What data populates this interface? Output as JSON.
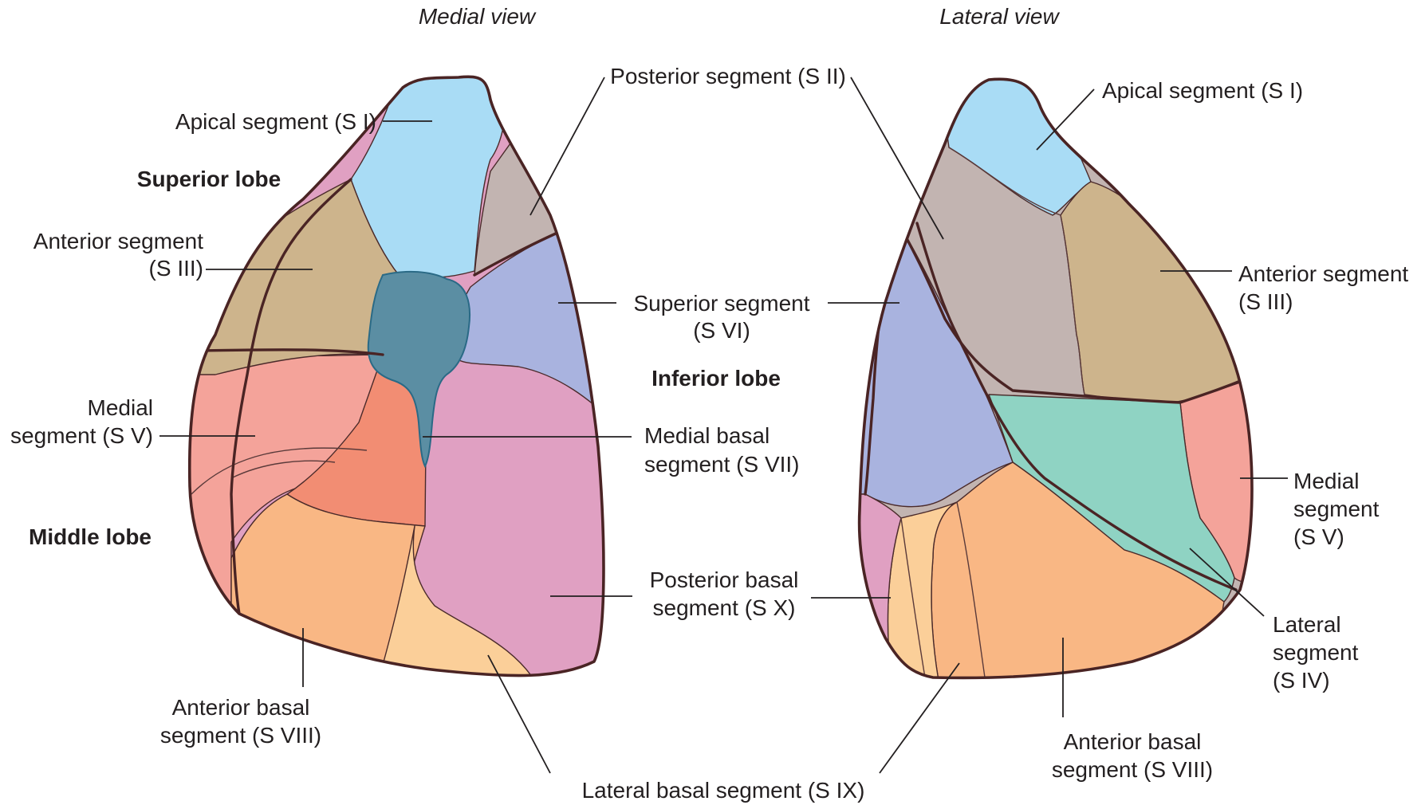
{
  "views": {
    "medial": "Medial view",
    "lateral": "Lateral view"
  },
  "lobes": {
    "superior": "Superior lobe",
    "inferior": "Inferior lobe",
    "middle": "Middle lobe"
  },
  "medial_labels": {
    "apical": "Apical segment (S I)",
    "posterior": "Posterior segment (S II)",
    "anterior_l1": "Anterior segment",
    "anterior_l2": "(S III)",
    "superior_l1": "Superior segment",
    "superior_l2": "(S VI)",
    "medial_l1": "Medial",
    "medial_l2": "segment (S V)",
    "medial_basal_l1": "Medial basal",
    "medial_basal_l2": "segment (S VII)",
    "posterior_basal_l1": "Posterior basal",
    "posterior_basal_l2": "segment (S X)",
    "anterior_basal_l1": "Anterior basal",
    "anterior_basal_l2": "segment (S VIII)",
    "lateral_basal": "Lateral basal segment (S IX)"
  },
  "lateral_labels": {
    "apical": "Apical segment (S I)",
    "anterior_l1": "Anterior segment",
    "anterior_l2": "(S III)",
    "medial_l1": "Medial",
    "medial_l2": "segment",
    "medial_l3": "(S V)",
    "lateral_l1": "Lateral",
    "lateral_l2": "segment",
    "lateral_l3": "(S IV)",
    "anterior_basal_l1": "Anterior basal",
    "anterior_basal_l2": "segment (S VIII)"
  },
  "colors": {
    "apical": "#a9dcf5",
    "posterior": "#c2b4b1",
    "anterior": "#cdb48c",
    "superior": "#a9b3df",
    "medial": "#f4a39a",
    "medial_basal": "#f28d73",
    "posterior_basal": "#e0a0c2",
    "anterior_basal": "#f9b784",
    "lateral_basal": "#fbcf99",
    "lateral_middle": "#8fd3c3",
    "hilum": "#5b8ea3",
    "outline": "#4a2424"
  }
}
